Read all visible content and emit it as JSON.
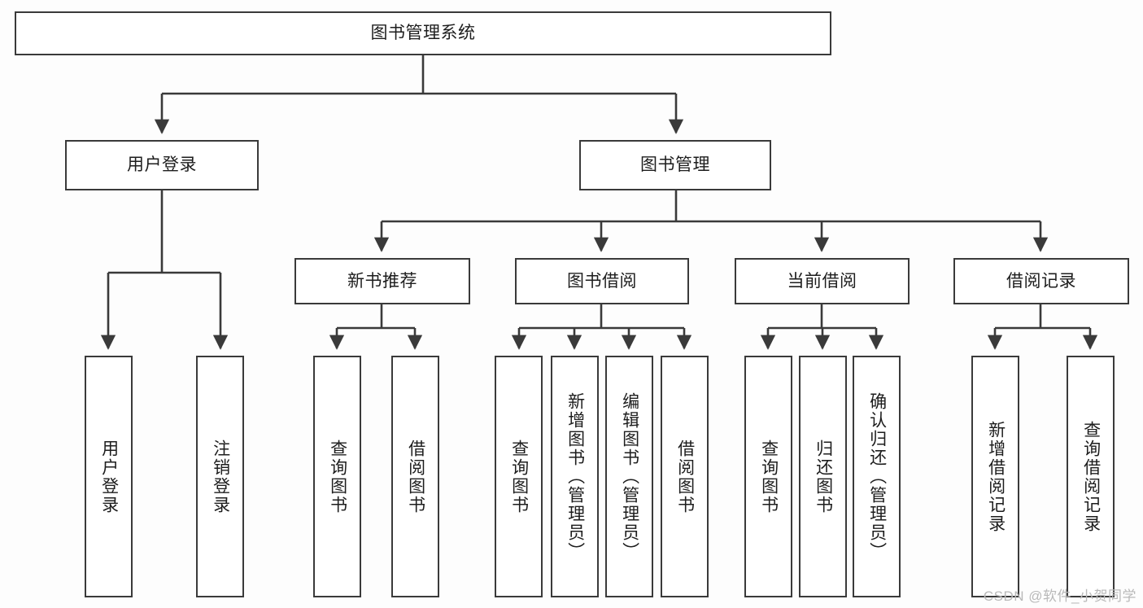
{
  "diagram": {
    "title": "图书管理系统",
    "type": "tree",
    "orientation": "top-down",
    "watermark": "CSDN @软件_小贺同学",
    "colors": {
      "background": "#fdfdfd",
      "box_fill": "#ffffff",
      "box_stroke": "#3a3a3a",
      "connector": "#3a3a3a",
      "text": "#1d1d1d",
      "watermark": "#b9b9b9"
    },
    "nodes": {
      "root": {
        "label": "图书管理系统",
        "level": 0,
        "text_orientation": "horizontal"
      },
      "user_login": {
        "label": "用户登录",
        "level": 1,
        "text_orientation": "horizontal"
      },
      "book_manage": {
        "label": "图书管理",
        "level": 1,
        "text_orientation": "horizontal"
      },
      "new_book_rec": {
        "label": "新书推荐",
        "level": 2,
        "text_orientation": "horizontal"
      },
      "book_borrow": {
        "label": "图书借阅",
        "level": 2,
        "text_orientation": "horizontal"
      },
      "current_borrow": {
        "label": "当前借阅",
        "level": 2,
        "text_orientation": "horizontal"
      },
      "borrow_record": {
        "label": "借阅记录",
        "level": 2,
        "text_orientation": "horizontal"
      },
      "leaf_user_login": {
        "label": "用户登录",
        "level": 2,
        "text_orientation": "vertical"
      },
      "leaf_user_logout": {
        "label": "注销登录",
        "level": 2,
        "text_orientation": "vertical"
      },
      "leaf_query_book_1": {
        "label": "查询图书",
        "level": 3,
        "text_orientation": "vertical"
      },
      "leaf_borrow_book_1": {
        "label": "借阅图书",
        "level": 3,
        "text_orientation": "vertical"
      },
      "leaf_query_book_2": {
        "label": "查询图书",
        "level": 3,
        "text_orientation": "vertical"
      },
      "leaf_add_book": {
        "label": "新增图书（管理员）",
        "level": 3,
        "text_orientation": "vertical"
      },
      "leaf_edit_book": {
        "label": "编辑图书（管理员）",
        "level": 3,
        "text_orientation": "vertical"
      },
      "leaf_borrow_book_2": {
        "label": "借阅图书",
        "level": 3,
        "text_orientation": "vertical"
      },
      "leaf_query_book_3": {
        "label": "查询图书",
        "level": 3,
        "text_orientation": "vertical"
      },
      "leaf_return_book": {
        "label": "归还图书",
        "level": 3,
        "text_orientation": "vertical"
      },
      "leaf_confirm_return": {
        "label": "确认归还（管理员）",
        "level": 3,
        "text_orientation": "vertical"
      },
      "leaf_add_record": {
        "label": "新增借阅记录",
        "level": 3,
        "text_orientation": "vertical"
      },
      "leaf_query_record": {
        "label": "查询借阅记录",
        "level": 3,
        "text_orientation": "vertical"
      }
    },
    "edges": [
      {
        "from": "root",
        "to": "user_login"
      },
      {
        "from": "root",
        "to": "book_manage"
      },
      {
        "from": "user_login",
        "to": "leaf_user_login"
      },
      {
        "from": "user_login",
        "to": "leaf_user_logout"
      },
      {
        "from": "book_manage",
        "to": "new_book_rec"
      },
      {
        "from": "book_manage",
        "to": "book_borrow"
      },
      {
        "from": "book_manage",
        "to": "current_borrow"
      },
      {
        "from": "book_manage",
        "to": "borrow_record"
      },
      {
        "from": "new_book_rec",
        "to": "leaf_query_book_1"
      },
      {
        "from": "new_book_rec",
        "to": "leaf_borrow_book_1"
      },
      {
        "from": "book_borrow",
        "to": "leaf_query_book_2"
      },
      {
        "from": "book_borrow",
        "to": "leaf_add_book"
      },
      {
        "from": "book_borrow",
        "to": "leaf_edit_book"
      },
      {
        "from": "book_borrow",
        "to": "leaf_borrow_book_2"
      },
      {
        "from": "current_borrow",
        "to": "leaf_query_book_3"
      },
      {
        "from": "current_borrow",
        "to": "leaf_return_book"
      },
      {
        "from": "current_borrow",
        "to": "leaf_confirm_return"
      },
      {
        "from": "borrow_record",
        "to": "leaf_add_record"
      },
      {
        "from": "borrow_record",
        "to": "leaf_query_record"
      }
    ]
  }
}
